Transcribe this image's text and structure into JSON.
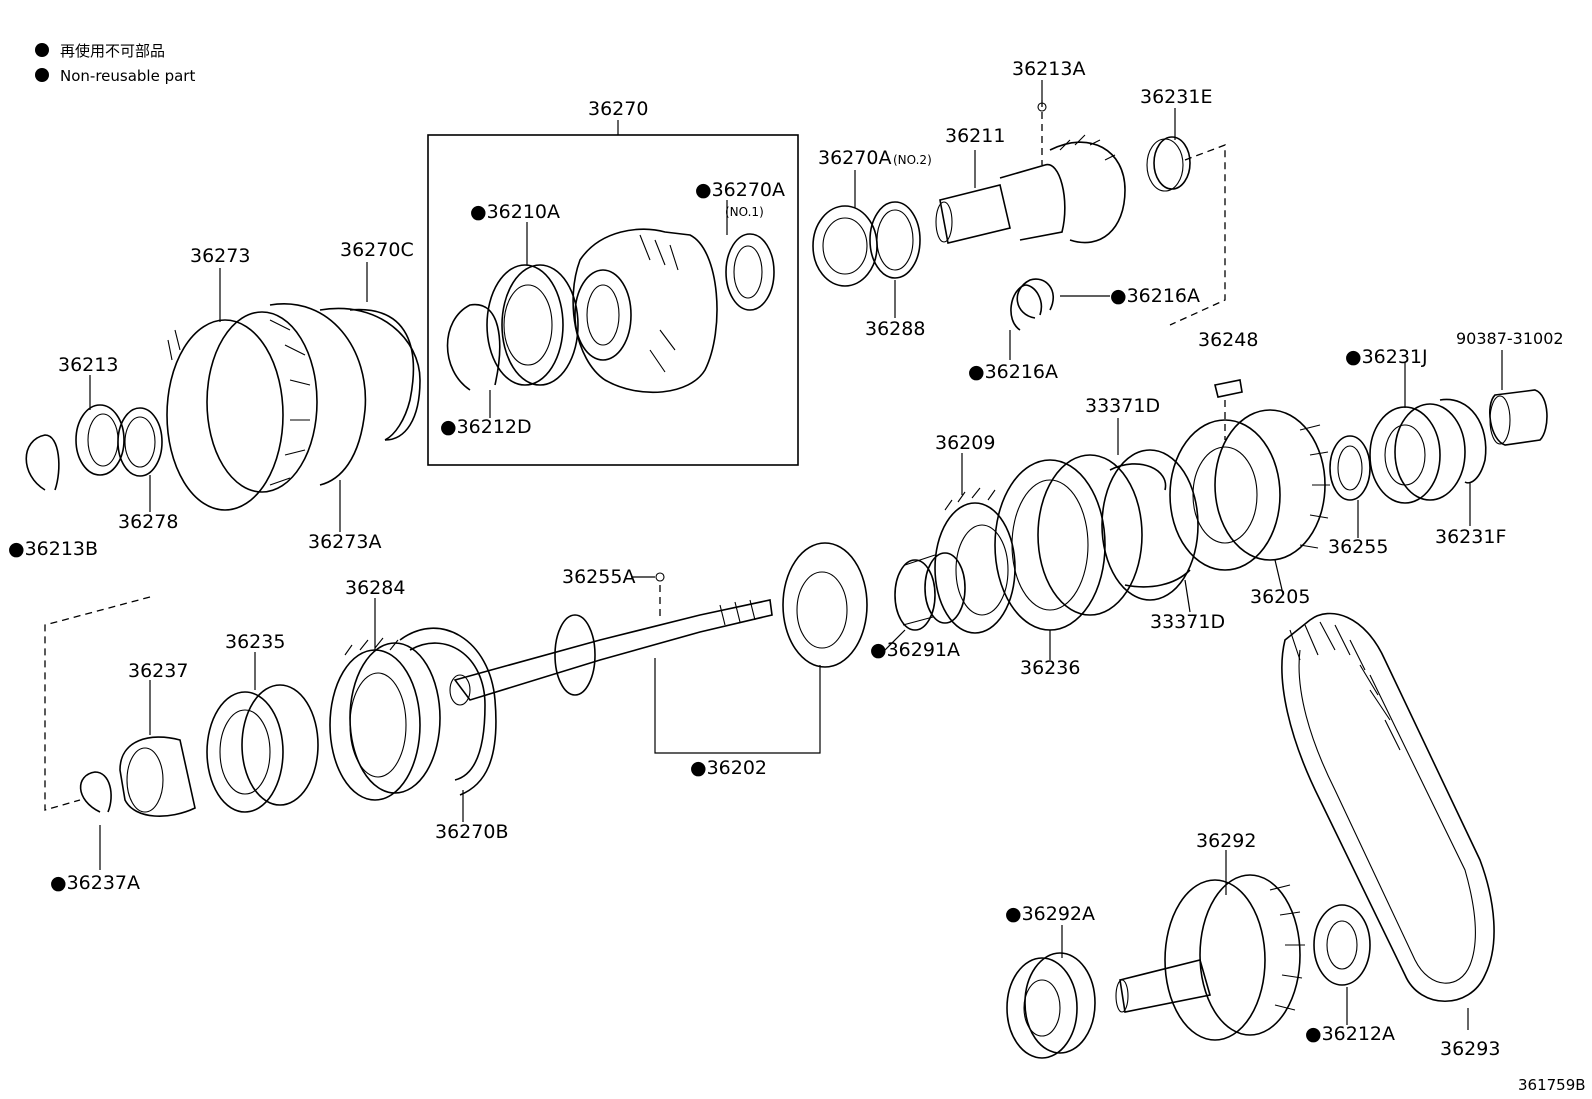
{
  "legend": {
    "symbol": "●",
    "text_ja": "再使用不可部品",
    "text_en": "Non-reusable part"
  },
  "diagram_id": "361759B",
  "parts": [
    {
      "id": "p36270",
      "label": "36270"
    },
    {
      "id": "p36213A",
      "label": "36213A"
    },
    {
      "id": "p36231E",
      "label": "36231E"
    },
    {
      "id": "p36211",
      "label": "36211"
    },
    {
      "id": "p36270A2",
      "label": "36270A",
      "qualifier": "(NO.2)"
    },
    {
      "id": "p36270A1",
      "label": "●36270A",
      "qualifier": "(NO.1)"
    },
    {
      "id": "p36210A",
      "label": "●36210A"
    },
    {
      "id": "p36273",
      "label": "36273"
    },
    {
      "id": "p36270C",
      "label": "36270C"
    },
    {
      "id": "p36216A_a",
      "label": "●36216A"
    },
    {
      "id": "p36288",
      "label": "36288"
    },
    {
      "id": "p36216A_b",
      "label": "●36216A"
    },
    {
      "id": "p36248",
      "label": "36248"
    },
    {
      "id": "p90387",
      "label": "90387-31002"
    },
    {
      "id": "p36231J",
      "label": "●36231J"
    },
    {
      "id": "p36213",
      "label": "36213"
    },
    {
      "id": "p36212D",
      "label": "●36212D"
    },
    {
      "id": "p33371D_a",
      "label": "33371D"
    },
    {
      "id": "p36209",
      "label": "36209"
    },
    {
      "id": "p36278",
      "label": "36278"
    },
    {
      "id": "p36273A",
      "label": "36273A"
    },
    {
      "id": "p36213B",
      "label": "●36213B"
    },
    {
      "id": "p36231F",
      "label": "36231F"
    },
    {
      "id": "p36255",
      "label": "36255"
    },
    {
      "id": "p36255A",
      "label": "36255A"
    },
    {
      "id": "p36284",
      "label": "36284"
    },
    {
      "id": "p36205",
      "label": "36205"
    },
    {
      "id": "p33371D_b",
      "label": "33371D"
    },
    {
      "id": "p36291A",
      "label": "●36291A"
    },
    {
      "id": "p36235",
      "label": "36235"
    },
    {
      "id": "p36236",
      "label": "36236"
    },
    {
      "id": "p36237",
      "label": "36237"
    },
    {
      "id": "p36202",
      "label": "●36202"
    },
    {
      "id": "p36270B",
      "label": "36270B"
    },
    {
      "id": "p36292",
      "label": "36292"
    },
    {
      "id": "p36237A",
      "label": "●36237A"
    },
    {
      "id": "p36292A",
      "label": "●36292A"
    },
    {
      "id": "p36212A",
      "label": "●36212A"
    },
    {
      "id": "p36293",
      "label": "36293"
    }
  ]
}
